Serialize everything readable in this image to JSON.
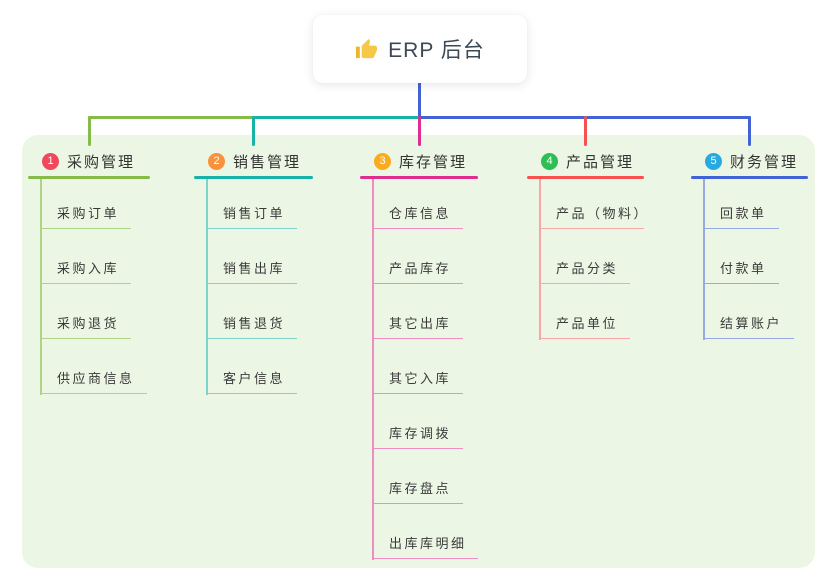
{
  "root": {
    "title": "ERP 后台",
    "icon": "thumbs-up-icon"
  },
  "canvas": {
    "page_bg": "#FFFFFF",
    "panel_bg": "#EBF7E4",
    "trunk_color": "#4263D5",
    "root_text_color": "#3D4856",
    "thumb_color": "#F7C845",
    "thumb_cuff_color": "#EDB52E"
  },
  "branches": [
    {
      "badge": "1",
      "label": "采购管理",
      "badge_color": "#F0485D",
      "line_color": "#86BB49",
      "light_color": "#AFD488",
      "children": [
        "采购订单",
        "采购入库",
        "采购退货",
        "供应商信息"
      ]
    },
    {
      "badge": "2",
      "label": "销售管理",
      "badge_color": "#F8923E",
      "line_color": "#17B3A8",
      "light_color": "#7DD2CA",
      "children": [
        "销售订单",
        "销售出库",
        "销售退货",
        "客户信息"
      ]
    },
    {
      "badge": "3",
      "label": "库存管理",
      "badge_color": "#FBAB1E",
      "line_color": "#E02D90",
      "light_color": "#F08CC1",
      "children": [
        "仓库信息",
        "产品库存",
        "其它出库",
        "其它入库",
        "库存调拨",
        "库存盘点",
        "出库库明细"
      ]
    },
    {
      "badge": "4",
      "label": "产品管理",
      "badge_color": "#2EBE54",
      "line_color": "#F4514F",
      "light_color": "#F8A7A6",
      "children": [
        "产品（物料）",
        "产品分类",
        "产品单位"
      ]
    },
    {
      "badge": "5",
      "label": "财务管理",
      "badge_color": "#29A9E1",
      "line_color": "#4263D5",
      "light_color": "#97A9E2",
      "children": [
        "回款单",
        "付款单",
        "结算账户"
      ]
    }
  ]
}
